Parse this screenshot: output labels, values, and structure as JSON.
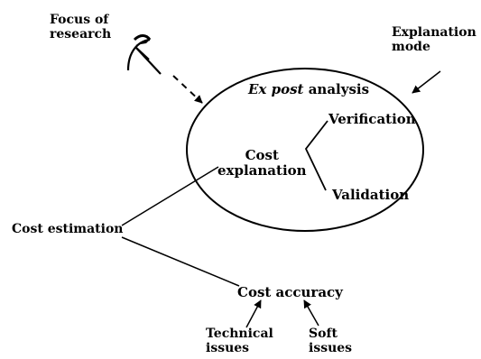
{
  "focus_label": [
    "Focus of",
    "research"
  ],
  "explanation_mode_label": [
    "Explanation",
    "mode"
  ],
  "ellipse_title": {
    "emphasis": "Ex post",
    "rest": " analysis"
  },
  "cost_explanation_label": [
    "Cost",
    "explanation"
  ],
  "verification_label": "Verification",
  "validation_label": "Validation",
  "cost_estimation_label": "Cost estimation",
  "cost_accuracy_label": "Cost accuracy",
  "technical_issues_label": [
    "Technical",
    "issues"
  ],
  "soft_issues_label": [
    "Soft",
    "issues"
  ],
  "icons": {
    "focus": "eye-icon"
  },
  "colors": {
    "ink": "#000000",
    "background": "#ffffff"
  }
}
